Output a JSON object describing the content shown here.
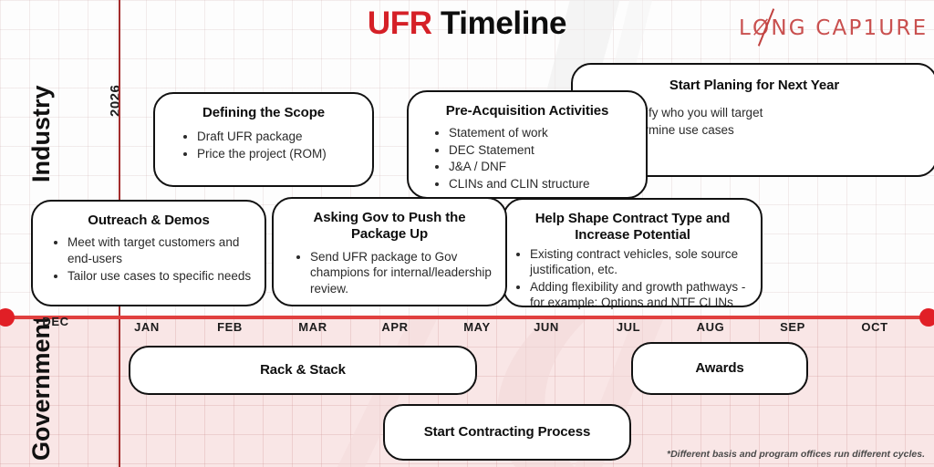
{
  "header": {
    "title_accent": "UFR",
    "title_rest": " Timeline",
    "logo_text": "LØNG CAP1URE"
  },
  "rails": {
    "industry": "Industry",
    "government": "Government",
    "year": "2026"
  },
  "axis": {
    "months": [
      "DEC",
      "JAN",
      "FEB",
      "MAR",
      "APR",
      "MAY",
      "JUN",
      "JUL",
      "AUG",
      "SEP",
      "OCT"
    ]
  },
  "industry_cards": [
    {
      "title": "Outreach & Demos",
      "bullets": [
        "Meet with target customers and end-users",
        "Tailor use cases to specific needs"
      ]
    },
    {
      "title": "Defining the Scope",
      "bullets": [
        "Draft UFR package",
        "Price the project (ROM)"
      ]
    },
    {
      "title": "Asking Gov to Push the Package Up",
      "bullets": [
        "Send UFR package to Gov champions for internal/leadership review."
      ]
    },
    {
      "title": "Pre-Acquisition Activities",
      "bullets": [
        "Statement of work",
        "DEC Statement",
        "J&A / DNF",
        "CLINs and CLIN structure"
      ]
    },
    {
      "title": "Help Shape Contract Type and Increase Potential",
      "bullets": [
        "Existing contract vehicles, sole source justification, etc.",
        "Adding flexibility and growth pathways - for example: Options and NTE CLINs"
      ]
    },
    {
      "title": "Start Planing for Next Year",
      "bullets": [
        "Identify who you will target",
        "Determine use cases"
      ]
    }
  ],
  "government_cards": [
    {
      "title": "Rack & Stack"
    },
    {
      "title": "Awards"
    },
    {
      "title": "Start Contracting Process"
    }
  ],
  "footnote": "*Different basis and program offices run different cycles.",
  "colors": {
    "accent_red": "#d52027",
    "axis_red": "#e0403f",
    "year_line": "#a32c2c",
    "gov_band": "#f9e6e6",
    "logo": "#c9504f"
  }
}
